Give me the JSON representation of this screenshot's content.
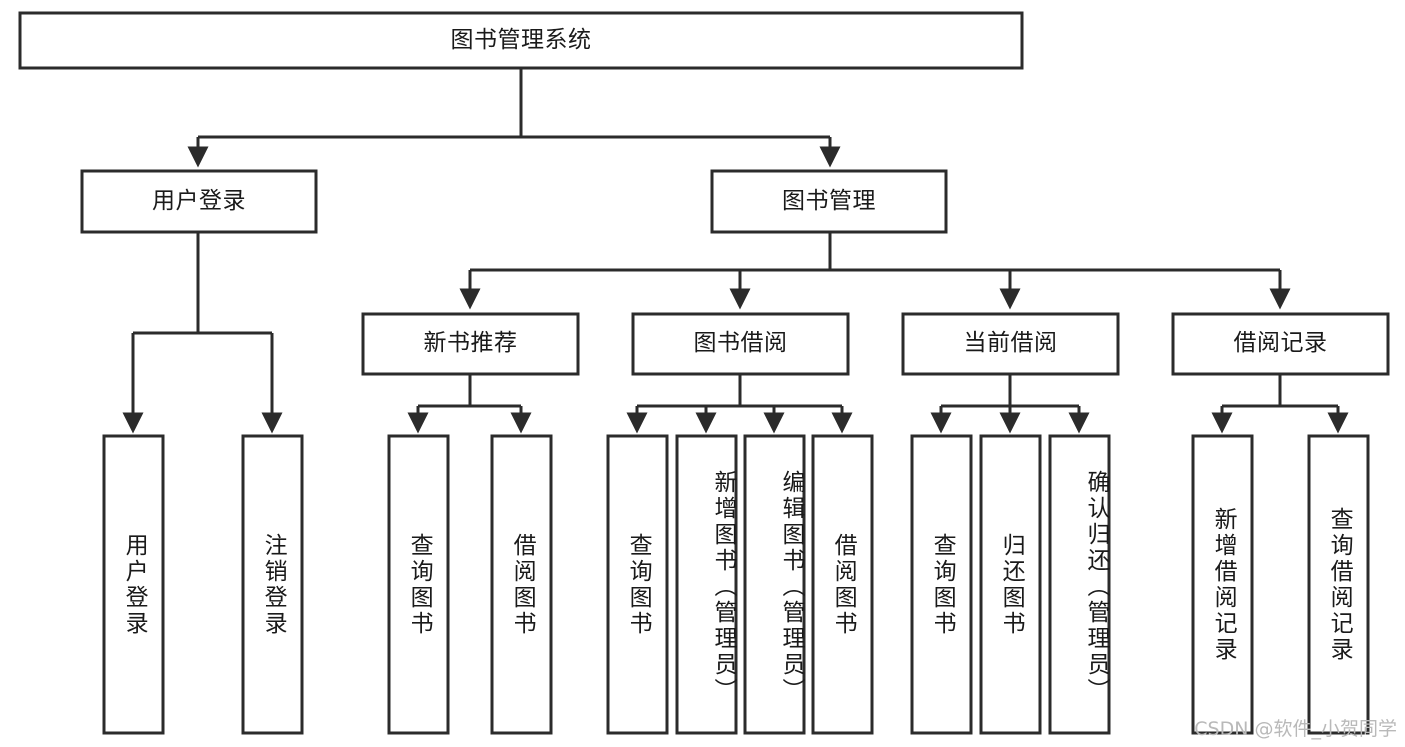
{
  "diagram": {
    "type": "tree-hierarchy",
    "title": "图书管理系统",
    "watermark": "CSDN @软件_小贺同学",
    "colors": {
      "stroke": "#2b2b2b",
      "fill": "#ffffff",
      "text": "#1a1a1a",
      "watermark": "#b9b9b9"
    },
    "levels": [
      {
        "level": 1,
        "nodes": [
          {
            "id": "root",
            "label": "图书管理系统",
            "orientation": "horizontal"
          }
        ]
      },
      {
        "level": 2,
        "nodes": [
          {
            "id": "login",
            "label": "用户登录",
            "orientation": "horizontal",
            "parent": "root"
          },
          {
            "id": "bookmgmt",
            "label": "图书管理",
            "orientation": "horizontal",
            "parent": "root"
          }
        ]
      },
      {
        "level": 3,
        "nodes": [
          {
            "id": "newbook",
            "label": "新书推荐",
            "orientation": "horizontal",
            "parent": "bookmgmt"
          },
          {
            "id": "borrow",
            "label": "图书借阅",
            "orientation": "horizontal",
            "parent": "bookmgmt"
          },
          {
            "id": "current",
            "label": "当前借阅",
            "orientation": "horizontal",
            "parent": "bookmgmt"
          },
          {
            "id": "records",
            "label": "借阅记录",
            "orientation": "horizontal",
            "parent": "bookmgmt"
          }
        ]
      },
      {
        "level": 4,
        "nodes": [
          {
            "id": "leaf-1",
            "label": "用户登录",
            "orientation": "vertical",
            "parent": "login"
          },
          {
            "id": "leaf-2",
            "label": "注销登录",
            "orientation": "vertical",
            "parent": "login"
          },
          {
            "id": "leaf-3",
            "label": "查询图书",
            "orientation": "vertical",
            "parent": "newbook"
          },
          {
            "id": "leaf-4",
            "label": "借阅图书",
            "orientation": "vertical",
            "parent": "newbook"
          },
          {
            "id": "leaf-5",
            "label": "查询图书",
            "orientation": "vertical",
            "parent": "borrow"
          },
          {
            "id": "leaf-6",
            "label": "新增图书（管理员）",
            "orientation": "vertical",
            "parent": "borrow"
          },
          {
            "id": "leaf-7",
            "label": "编辑图书（管理员）",
            "orientation": "vertical",
            "parent": "borrow"
          },
          {
            "id": "leaf-8",
            "label": "借阅图书",
            "orientation": "vertical",
            "parent": "borrow"
          },
          {
            "id": "leaf-9",
            "label": "查询图书",
            "orientation": "vertical",
            "parent": "current"
          },
          {
            "id": "leaf-10",
            "label": "归还图书",
            "orientation": "vertical",
            "parent": "current"
          },
          {
            "id": "leaf-11",
            "label": "确认归还（管理员）",
            "orientation": "vertical",
            "parent": "current"
          },
          {
            "id": "leaf-12",
            "label": "新增借阅记录",
            "orientation": "vertical",
            "parent": "records"
          },
          {
            "id": "leaf-13",
            "label": "查询借阅记录",
            "orientation": "vertical",
            "parent": "records"
          }
        ]
      }
    ]
  }
}
